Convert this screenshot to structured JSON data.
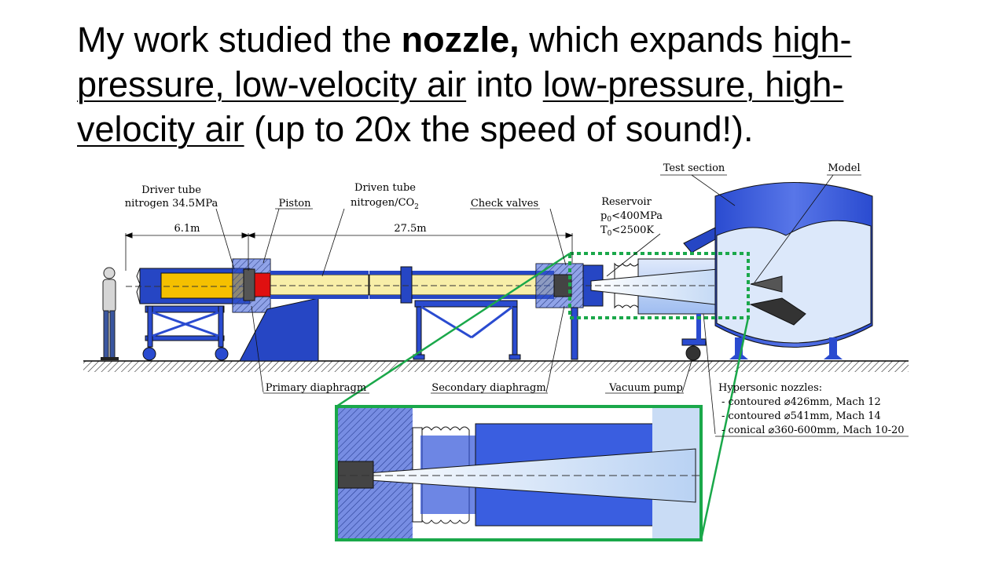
{
  "title": {
    "part1": "My work studied the ",
    "bold": "nozzle,",
    "part2": " which expands ",
    "u1": "high-pressure, low-velocity air",
    "part3": " into ",
    "u2": "low-pressure, high-velocity air",
    "part4": " (up to 20x the speed of sound!)."
  },
  "labels": {
    "driver_tube_1": "Driver tube",
    "driver_tube_2": "nitrogen 34.5MPa",
    "piston": "Piston",
    "driven_tube_1": "Driven tube",
    "driven_tube_2a": "nitrogen/CO",
    "driven_tube_2b": "2",
    "check_valves": "Check valves",
    "reservoir_1": "Reservoir",
    "reservoir_2a": "p",
    "reservoir_2b": "0",
    "reservoir_2c": "<400MPa",
    "reservoir_3a": "T",
    "reservoir_3b": "0",
    "reservoir_3c": "<2500K",
    "test_section": "Test section",
    "model": "Model",
    "dim_driver": "6.1m",
    "dim_driven": "27.5m",
    "primary_diaphragm": "Primary diaphragm",
    "secondary_diaphragm": "Secondary diaphragm",
    "vacuum_pump": "Vacuum pump",
    "hypersonic_title": "Hypersonic nozzles:",
    "nozzle_1": "- contoured  ⌀426mm, Mach 12",
    "nozzle_2": "- contoured  ⌀541mm, Mach 14",
    "nozzle_3": "- conical  ⌀360-600mm, Mach 10-20"
  },
  "colors": {
    "blue_dark": "#1f3fa8",
    "blue_mid": "#3558d6",
    "blue_light": "#c9dcf5",
    "gold": "#f5c000",
    "cream": "#f8eea8",
    "red": "#e01010",
    "green": "#1aa84a"
  }
}
